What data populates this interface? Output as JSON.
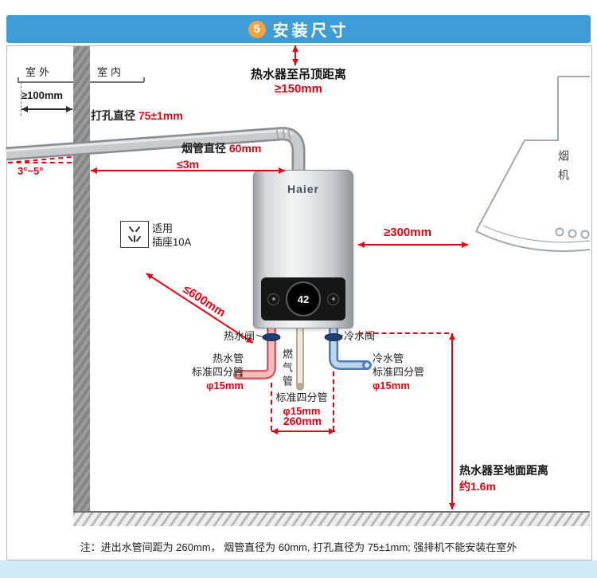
{
  "header": {
    "step_number": "5",
    "title": "安装尺寸"
  },
  "wall": {
    "outdoor": "室外",
    "indoor": "室内"
  },
  "dims": {
    "wall_clearance": "≥100mm",
    "hole_label": "打孔直径",
    "hole_value": "75±1mm",
    "flue_label": "烟管直径",
    "flue_value": "60mm",
    "slope_angle": "3°~5°",
    "max_horizontal": "≤3m",
    "ceiling_label": "热水器至吊顶距离",
    "ceiling_value": "≥150mm",
    "hood_clearance": "≥300mm",
    "socket_distance": "≤600mm",
    "pipe_spacing": "260mm",
    "floor_label": "热水器至地面距离",
    "floor_value": "约1.6m"
  },
  "socket": {
    "line1": "适用",
    "line2": "插座10A"
  },
  "heater": {
    "brand": "Haier",
    "temperature": "42"
  },
  "hood": {
    "label": "烟机"
  },
  "valves": {
    "hot": "热水阀",
    "cold": "冷水阀"
  },
  "pipes": {
    "hot": {
      "name": "热水管",
      "spec": "标准四分管",
      "diameter": "φ15mm"
    },
    "gas": {
      "name": "燃气管",
      "spec": "标准四分管",
      "diameter": "φ15mm"
    },
    "cold": {
      "name": "冷水管",
      "spec": "标准四分管",
      "diameter": "φ15mm"
    }
  },
  "note": "注：进出水管间距为 260mm， 烟管直径为 60mm, 打孔直径为 75±1mm; 强排机不能安装在室外",
  "colors": {
    "header": "#3e9cd7",
    "accent": "#e60012",
    "footer": "#cfe9f7"
  }
}
